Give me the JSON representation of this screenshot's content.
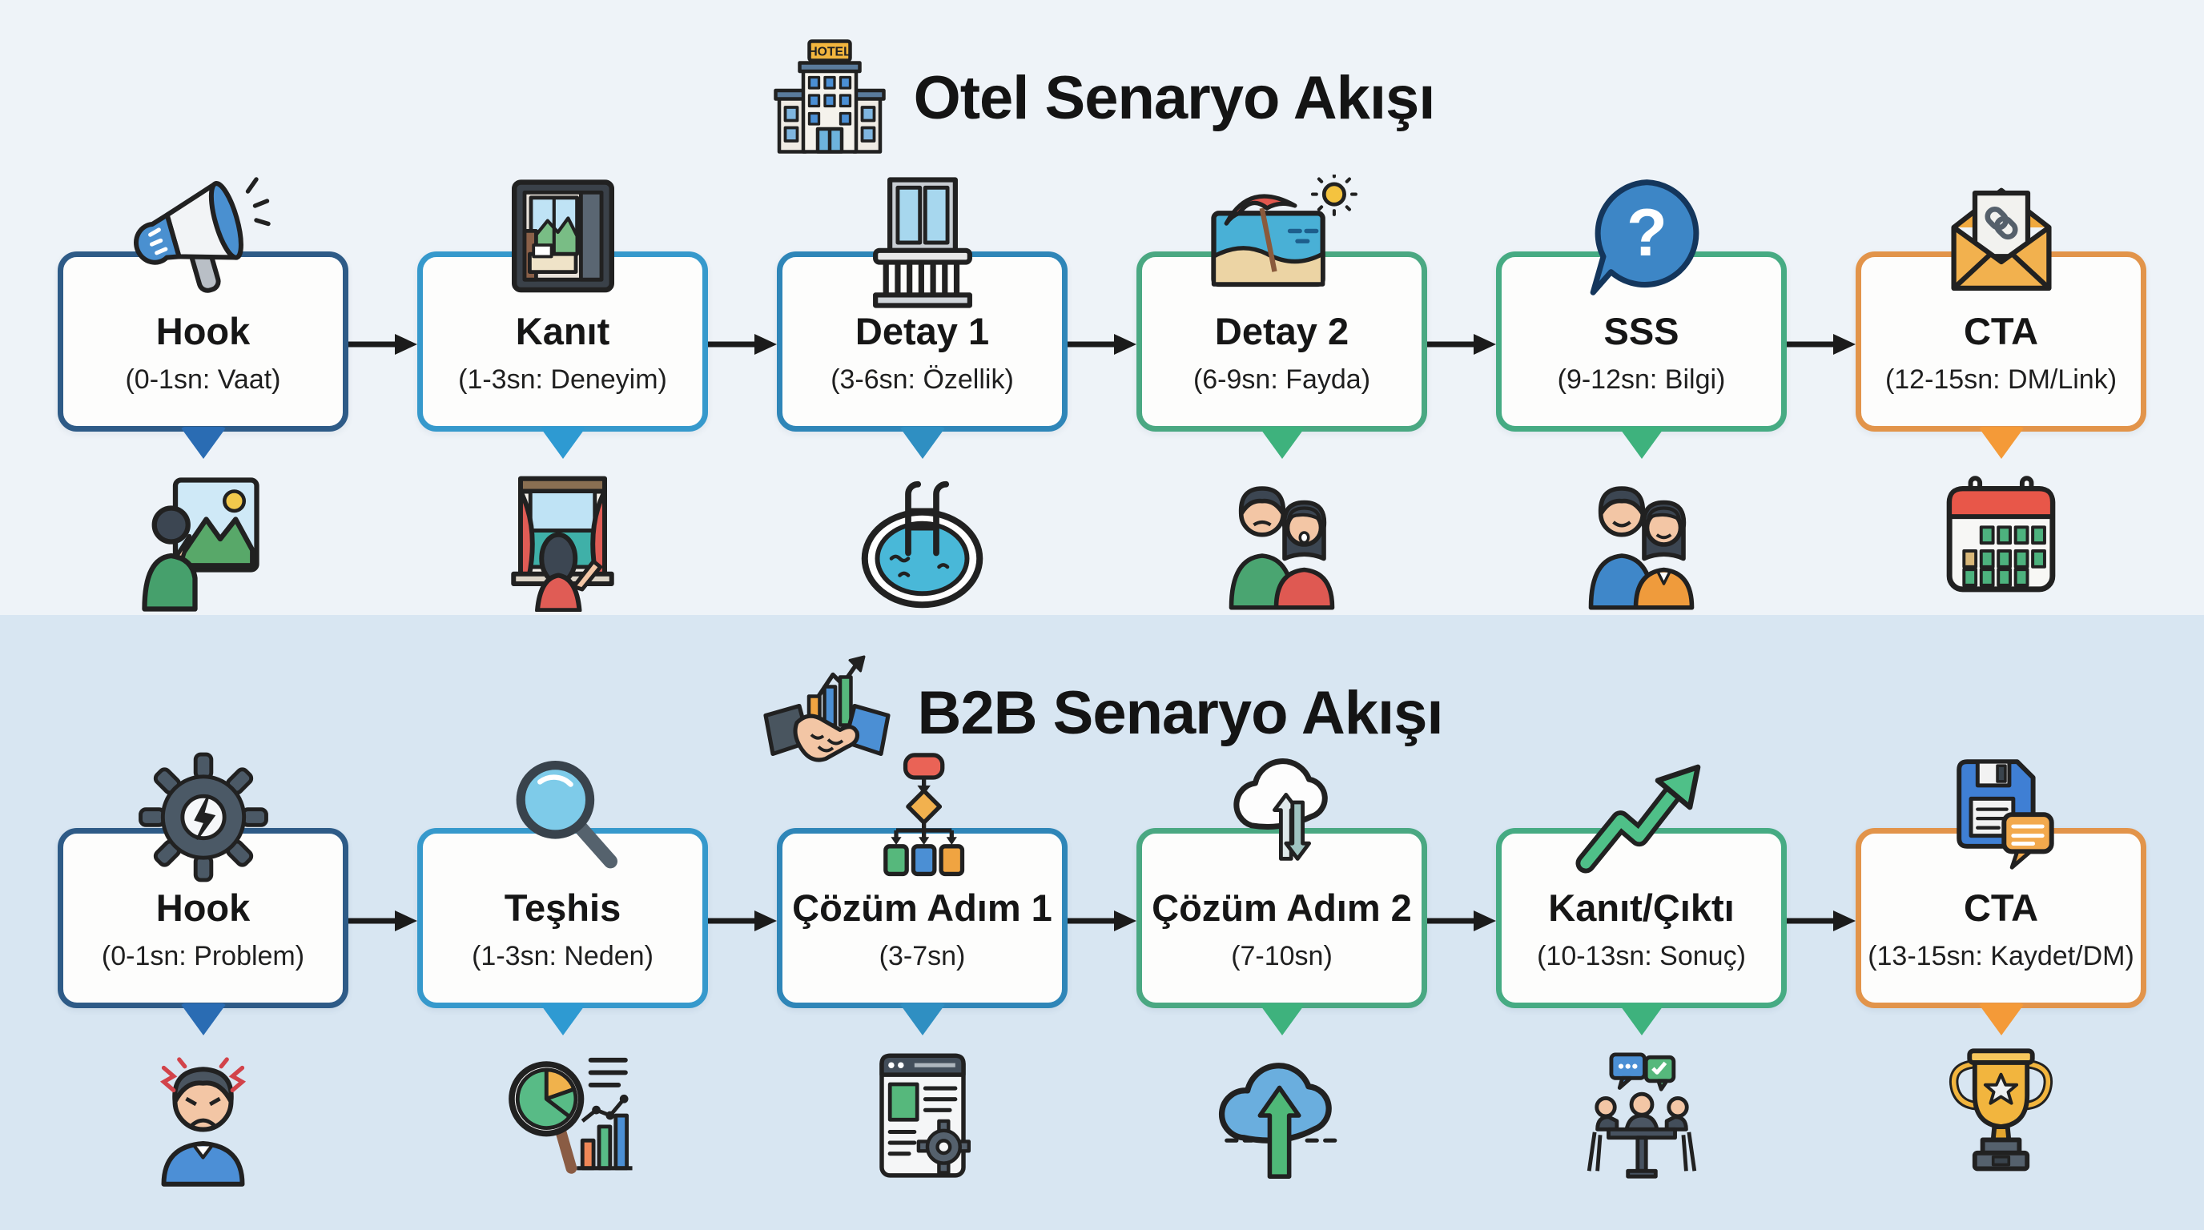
{
  "colors": {
    "background_top": "#eef3f8",
    "background_bottom": "#d8e6f2",
    "arrow": "#1b1b1b",
    "box_background": "#fdfdfc",
    "text": "#1a1a1a"
  },
  "sections": [
    {
      "title": "Otel Senaryo Akışı",
      "title_icon": "hotel-building-icon",
      "icon_label": "HOTEL",
      "steps": [
        {
          "title": "Hook",
          "subtitle": "(0-1sn: Vaat)",
          "icon": "megaphone-icon",
          "illustration": "person-pointing-picture-icon",
          "border_color": "#2e5b87",
          "pointer_color": "#2a6cb3"
        },
        {
          "title": "Kanıt",
          "subtitle": "(1-3sn: Deneyim)",
          "icon": "hotel-room-icon",
          "illustration": "person-at-window-icon",
          "border_color": "#3699cc",
          "pointer_color": "#2e9ad2"
        },
        {
          "title": "Detay 1",
          "subtitle": "(3-6sn: Özellik)",
          "icon": "balcony-icon",
          "illustration": "swimming-pool-icon",
          "border_color": "#2f86b8",
          "pointer_color": "#2f8fc2"
        },
        {
          "title": "Detay 2",
          "subtitle": "(6-9sn: Fayda)",
          "icon": "beach-umbrella-icon",
          "illustration": "couple-green-red-icon",
          "border_color": "#4aa882",
          "pointer_color": "#3eb27d"
        },
        {
          "title": "SSS",
          "subtitle": "(9-12sn: Bilgi)",
          "icon": "question-bubble-icon",
          "illustration": "couple-blue-orange-icon",
          "border_color": "#46ab83",
          "pointer_color": "#3eb27d"
        },
        {
          "title": "CTA",
          "subtitle": "(12-15sn: DM/Link)",
          "icon": "envelope-link-icon",
          "illustration": "calendar-icon",
          "border_color": "#e2944a",
          "pointer_color": "#f49a38"
        }
      ]
    },
    {
      "title": "B2B Senaryo Akışı",
      "title_icon": "handshake-growth-icon",
      "steps": [
        {
          "title": "Hook",
          "subtitle": "(0-1sn: Problem)",
          "icon": "broken-gear-icon",
          "illustration": "frustrated-person-icon",
          "border_color": "#2e5b87",
          "pointer_color": "#2a6cb3"
        },
        {
          "title": "Teşhis",
          "subtitle": "(1-3sn: Neden)",
          "icon": "magnifier-icon",
          "illustration": "data-analysis-icon",
          "border_color": "#3699cc",
          "pointer_color": "#2e9ad2"
        },
        {
          "title": "Çözüm Adım 1",
          "subtitle": "(3-7sn)",
          "icon": "flowchart-icon",
          "illustration": "webpage-gear-icon",
          "border_color": "#2f86b8",
          "pointer_color": "#2f8fc2"
        },
        {
          "title": "Çözüm Adım 2",
          "subtitle": "(7-10sn)",
          "icon": "cloud-sync-icon",
          "illustration": "cloud-upload-icon",
          "border_color": "#4aa882",
          "pointer_color": "#3eb27d"
        },
        {
          "title": "Kanıt/Çıktı",
          "subtitle": "(10-13sn: Sonuç)",
          "icon": "growth-arrow-icon",
          "illustration": "team-meeting-icon",
          "border_color": "#46ab83",
          "pointer_color": "#3eb27d"
        },
        {
          "title": "CTA",
          "subtitle": "(13-15sn: Kaydet/DM)",
          "icon": "floppy-chat-icon",
          "illustration": "trophy-icon",
          "border_color": "#e2944a",
          "pointer_color": "#f49a38"
        }
      ]
    }
  ]
}
